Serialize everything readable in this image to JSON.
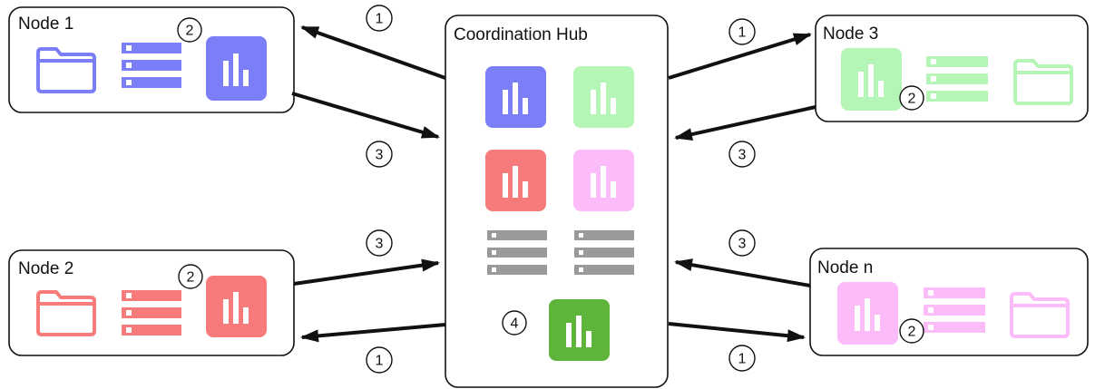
{
  "colors": {
    "node1": "#7b7ef7",
    "node2": "#f77b7b",
    "node3": "#b5f5b5",
    "noden": "#fcbcfa",
    "server_gray": "#9a9a9a",
    "aggregate": "#5fb53c"
  },
  "hub": {
    "title": "Coordination Hub",
    "icons": [
      "bar-chart-icon",
      "server-icon"
    ],
    "aggregate_step": "4"
  },
  "nodes": [
    {
      "id": "node-1",
      "title": "Node 1",
      "color": "node1",
      "local_step": "2",
      "icons": [
        "folder-icon",
        "server-icon",
        "bar-chart-icon"
      ]
    },
    {
      "id": "node-2",
      "title": "Node 2",
      "color": "node2",
      "local_step": "2",
      "icons": [
        "folder-icon",
        "server-icon",
        "bar-chart-icon"
      ]
    },
    {
      "id": "node-3",
      "title": "Node 3",
      "color": "node3",
      "local_step": "2",
      "icons": [
        "bar-chart-icon",
        "server-icon",
        "folder-icon"
      ]
    },
    {
      "id": "node-n",
      "title": "Node n",
      "color": "noden",
      "local_step": "2",
      "icons": [
        "bar-chart-icon",
        "server-icon",
        "folder-icon"
      ]
    }
  ],
  "arrows": [
    {
      "id": "hub-to-node1",
      "step": "1"
    },
    {
      "id": "node1-to-hub",
      "step": "3"
    },
    {
      "id": "hub-to-node2",
      "step": "1"
    },
    {
      "id": "node2-to-hub",
      "step": "3"
    },
    {
      "id": "hub-to-node3",
      "step": "1"
    },
    {
      "id": "node3-to-hub",
      "step": "3"
    },
    {
      "id": "hub-to-noden",
      "step": "1"
    },
    {
      "id": "noden-to-hub",
      "step": "3"
    }
  ]
}
